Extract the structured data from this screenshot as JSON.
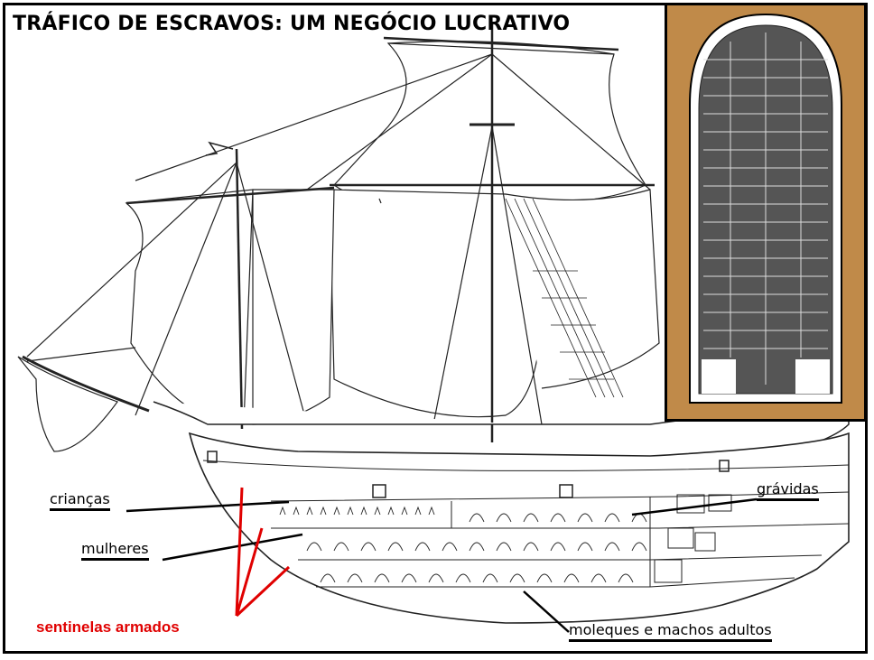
{
  "title": "TRÁFICO DE ESCRAVOS: UM NEGÓCIO LUCRATIVO",
  "labels": {
    "criancas": "crianças",
    "mulheres": "mulheres",
    "gravidas": "grávidas",
    "moleques": "moleques e machos adultos",
    "sentinelas": "sentinelas armados"
  },
  "colors": {
    "line": "#222222",
    "sentinel": "#e00000",
    "inset_bg": "#c08a49",
    "hull_fill": "#ffffff"
  }
}
